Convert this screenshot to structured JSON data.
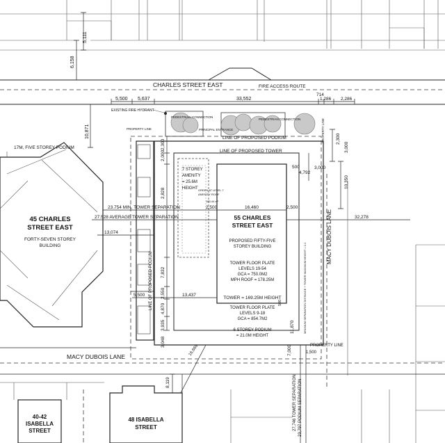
{
  "streets": {
    "north": "CHARLES STREET EAST",
    "south": "MACY DUBOIS LANE",
    "east_lane": "MACY DUBOIS LANE",
    "fire_route": "FIRE ACCESS ROUTE"
  },
  "top_dims": {
    "d5500": "5,500",
    "d5637": "5,637",
    "d33552": "33,552",
    "d714": "714",
    "d1286": "1,286",
    "d2286": "2,286",
    "d6158": "6,158",
    "d5111": "5,111",
    "d10871": "10,871"
  },
  "site_labels": {
    "hydrant": "EXISTING FIRE HYDRANT",
    "ped_conn_left": "PEDESTRIAN CONNECTION",
    "ped_conn_right": "PEDESTRIAN CONNECTION",
    "principal_entrance": "PRINCIPAL ENTRANCE",
    "property_line_nw": "PROPERTY LINE",
    "property_line_ne": "PROPERTY LINE",
    "property_line_se": "PROPERTY LINE",
    "line_podium": "LINE OF PROPOSED PODIUM",
    "line_tower": "LINE OF PROPOSED TOWER",
    "line_podium_vertical": "LINE OF PROPOSED PODIUM",
    "setback_note": "MINIMUM SEPARATION DISTANCE + TOWER MAXIMUM HEIGHT = 1:1"
  },
  "amenity": {
    "line1": "7 STOREY",
    "line2": "AMENITY",
    "line3": "= 25.6M",
    "line4": "HEIGHT",
    "roof1": "GREEN AT LEVEL 7",
    "roof2": "AMENITY ROOF",
    "roof3": "183.44 m²"
  },
  "tower": {
    "name1": "55 CHARLES",
    "name2": "STREET EAST",
    "desc1": "PROPOSED FIFTY-FIVE",
    "desc2": "STOREY BUILDING",
    "plate1": "TOWER FLOOR PLATE",
    "plate2": "LEVELS 19-54",
    "plate3": "GCA = 750.0M2",
    "plate4": "MPH ROOF = 178.25M",
    "height": "TOWER = 169.25M HEIGHT",
    "plate_b1": "TOWER FLOOR PLATE",
    "plate_b2": "LEVELS 9-18",
    "plate_b3": "GCA = 854.7M2",
    "podium1": "6 STOREY PODIUM",
    "podium2": "= 21.0M HEIGHT"
  },
  "west_building": {
    "name1": "45 CHARLES",
    "name2": "STREET EAST",
    "desc1": "FORTY-SEVEN STOREY",
    "desc2": "BUILDING",
    "podium": "17M, FIVE STOREY PODIUM"
  },
  "south_buildings": {
    "b1_line1": "40-42",
    "b1_line2": "ISABELLA",
    "b1_line3": "STREET",
    "b2_line1": "48 ISABELLA",
    "b2_line2": "STREET"
  },
  "separations": {
    "min_sep": "23.754 MIN. TOWER SEPARATION",
    "avg_sep": "27.528 AVERAGE TOWER SEPARATION",
    "d13074": "13,074",
    "d5500b": "5,500",
    "d13437": "13,437",
    "d32278": "32,278",
    "d16460": "16,460",
    "d2500a": "2,500",
    "d2500b": "2,500",
    "south_sep1": "27,746 TOWER SEPARATION",
    "south_sep2": "23,797 PODIUM SEPARATION",
    "d16669": "16,669"
  },
  "inner_dims": {
    "d2300a": "2,300",
    "d2000": "2,000",
    "d2828": "2,828",
    "d7832": "7,832",
    "d2550": "2,550",
    "d4870": "4,870",
    "d3935": "3,935",
    "d3048": "3,048",
    "d8119": "8,119",
    "d500a": "500",
    "d4792": "4,792",
    "d3000a": "3,000",
    "d2300b": "2,300",
    "d3000b": "3,000",
    "d10350": "10,350",
    "d500b": "500",
    "d11870": "11,870",
    "d7000": "7,000",
    "d1500": "1,500"
  }
}
